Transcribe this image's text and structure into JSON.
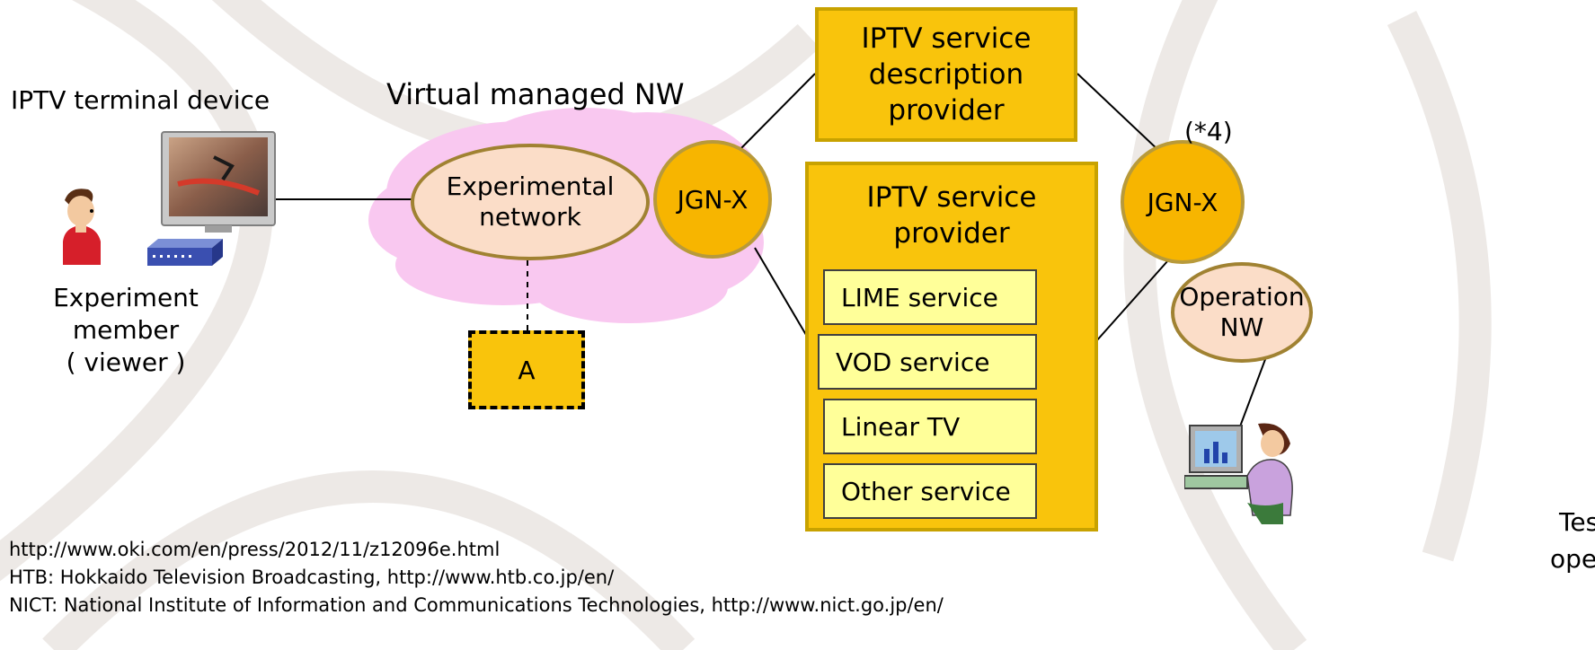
{
  "terminal": {
    "title": "IPTV terminal device",
    "member_line1": "Experiment",
    "member_line2": "member",
    "member_line3": "( viewer )"
  },
  "cloud": {
    "title": "Virtual managed NW"
  },
  "experimental_network": {
    "line1": "Experimental",
    "line2": "network"
  },
  "box_a": {
    "label": "A"
  },
  "jgnx_left": {
    "label": "JGN-X"
  },
  "jgnx_right": {
    "label": "JGN-X",
    "note": "(*4)"
  },
  "description_provider": {
    "line1": "IPTV service",
    "line2": "description",
    "line3": "provider"
  },
  "service_provider": {
    "line1": "IPTV service",
    "line2": "provider",
    "services": [
      "LIME service",
      "VOD service",
      "Linear TV",
      "Other service"
    ]
  },
  "operation_nw": {
    "line1": "Operation",
    "line2": "NW"
  },
  "testbed": {
    "line1": "Testbed",
    "line2": "operator"
  },
  "footnotes": [
    "http://www.oki.com/en/press/2012/11/z12096e.html",
    "HTB: Hokkaido Television Broadcasting, http://www.htb.co.jp/en/",
    "NICT: National Institute of Information and Communications Technologies, http://www.nict.go.jp/en/"
  ],
  "colors": {
    "box_fill": "#f9c40c",
    "subbox_fill": "#ffff99",
    "circle_fill": "#f7b500",
    "ellipse_fill": "#fbddc8",
    "cloud_fill": "#f9c8f0"
  }
}
